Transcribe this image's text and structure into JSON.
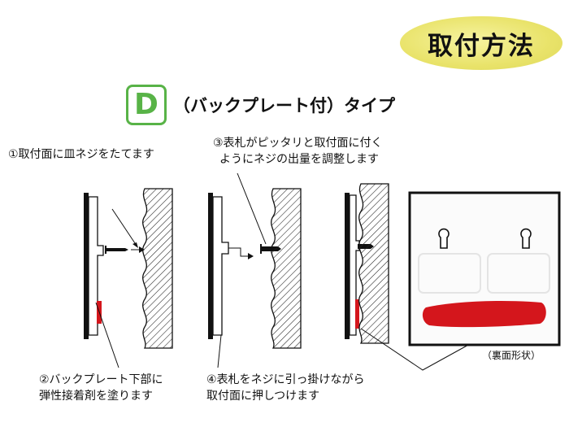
{
  "badge_title": "取付方法",
  "type_letter": "D",
  "type_heading": "（バックプレート付）タイプ",
  "steps": {
    "s1": "①取付面に皿ネジをたてます",
    "s2_l1": "②バックプレート下部に",
    "s2_l2": "弾性接着剤を塗ります",
    "s3_l1": "③表札がピッタリと取付面に付く",
    "s3_l2": "ようにネジの出量を調整します",
    "s4_l1": "④表札をネジに引っ掛けながら",
    "s4_l2": "取付面に押しつけます"
  },
  "back_view_caption": "（裏面形状）",
  "colors": {
    "badge": "#e9e36a",
    "accent": "#58b347",
    "adhesive": "#d4161c"
  }
}
